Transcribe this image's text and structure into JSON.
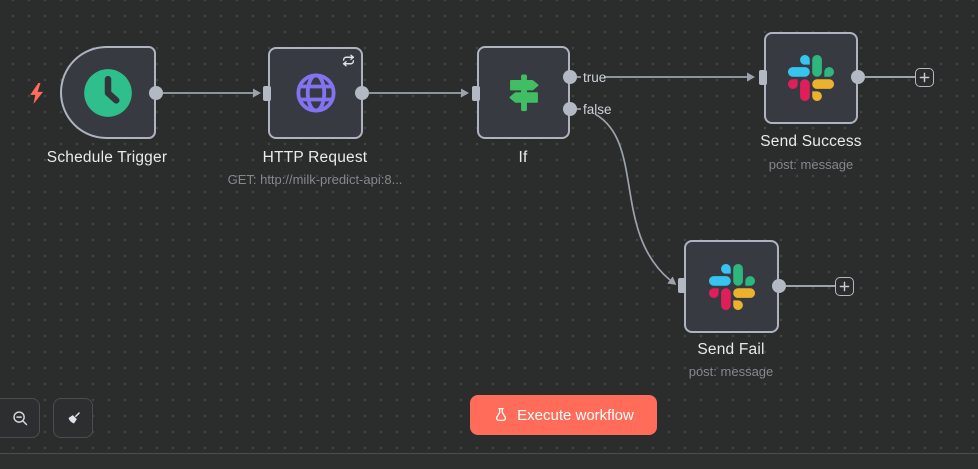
{
  "workflow": {
    "nodes": [
      {
        "title": "Schedule Trigger",
        "subtitle": "",
        "icon": "clock-icon",
        "icon_color": "#2FBF8C"
      },
      {
        "title": "HTTP Request",
        "subtitle": "GET: http://milk-predict-api:8...",
        "icon": "globe-icon",
        "icon_color": "#8273F0",
        "badge_icon": "retry-icon"
      },
      {
        "title": "If",
        "subtitle": "",
        "icon": "signpost-icon",
        "icon_color": "#41BE63",
        "outputs": [
          "true",
          "false"
        ]
      },
      {
        "title": "Send Success",
        "subtitle": "post: message",
        "icon": "slack-icon"
      },
      {
        "title": "Send Fail",
        "subtitle": "post: message",
        "icon": "slack-icon"
      }
    ],
    "edge_labels": {
      "true": "true",
      "false": "false"
    },
    "trigger_indicator_icon": "lightning-bolt-icon",
    "add_node_icon": "plus-icon"
  },
  "toolbar": {
    "execute_label": "Execute workflow",
    "execute_icon": "flask-icon"
  },
  "controls": [
    {
      "icon": "zoom-out-icon"
    },
    {
      "icon": "tidy-up-icon"
    }
  ],
  "colors": {
    "canvas_bg": "#2B2C2C",
    "node_bg": "#383A41",
    "node_border": "#AEB4BF",
    "edge": "#9CA3AD",
    "execute_accent": "#FF6D5A",
    "trigger_bolt": "#FF6D5A",
    "clock_teal": "#2FBF8C",
    "globe_purple": "#8273F0",
    "if_green": "#41BE63",
    "slack_blue": "#36C5F0",
    "slack_green": "#2EB67D",
    "slack_red": "#E01E5A",
    "slack_yellow": "#ECB22E"
  }
}
